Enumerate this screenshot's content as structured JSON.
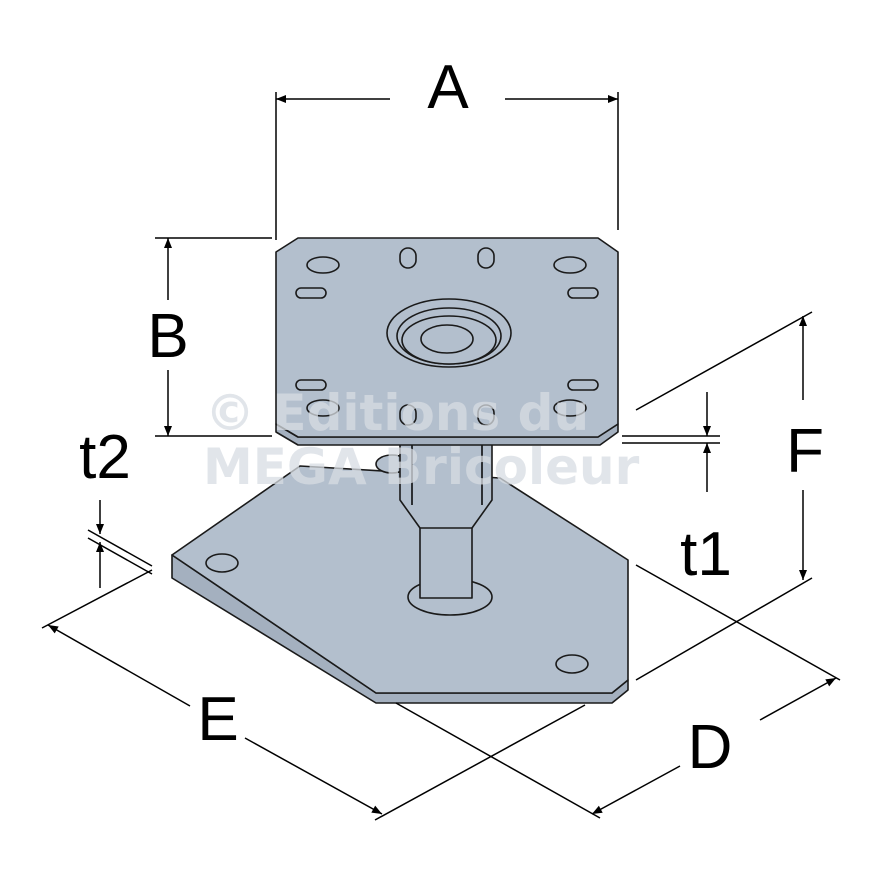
{
  "labels": {
    "A": "A",
    "B": "B",
    "F": "F",
    "t1": "t1",
    "t2": "t2",
    "E": "E",
    "D": "D"
  },
  "watermark": {
    "line1": "© Editions du",
    "line2": "MEGA Bricoleur"
  },
  "colors": {
    "plate": "#b3bfcd",
    "outline": "#1a1a1a"
  }
}
